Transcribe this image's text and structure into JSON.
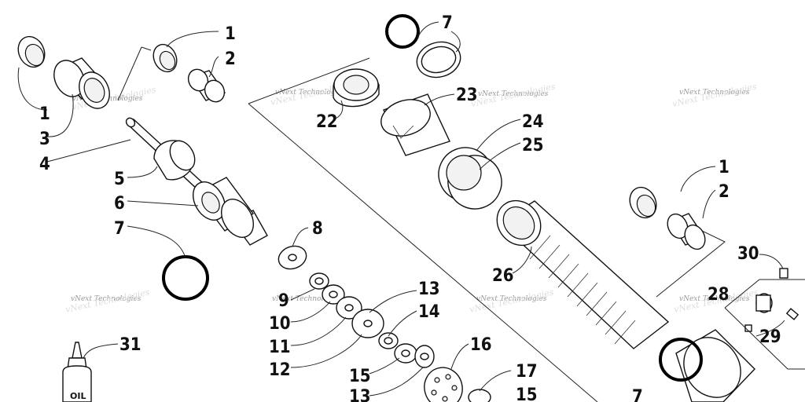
{
  "callouts": [
    {
      "id": "c1a",
      "text": "1"
    },
    {
      "id": "c2a",
      "text": "2"
    },
    {
      "id": "c1b",
      "text": "1"
    },
    {
      "id": "c3",
      "text": "3"
    },
    {
      "id": "c4",
      "text": "4"
    },
    {
      "id": "c5",
      "text": "5"
    },
    {
      "id": "c6",
      "text": "6"
    },
    {
      "id": "c7a",
      "text": "7"
    },
    {
      "id": "c8",
      "text": "8"
    },
    {
      "id": "c9",
      "text": "9"
    },
    {
      "id": "c10",
      "text": "10"
    },
    {
      "id": "c11",
      "text": "11"
    },
    {
      "id": "c12",
      "text": "12"
    },
    {
      "id": "c13a",
      "text": "13"
    },
    {
      "id": "c14",
      "text": "14"
    },
    {
      "id": "c15a",
      "text": "15"
    },
    {
      "id": "c13b",
      "text": "13"
    },
    {
      "id": "c16",
      "text": "16"
    },
    {
      "id": "c17",
      "text": "17"
    },
    {
      "id": "c15b",
      "text": "15"
    },
    {
      "id": "c31",
      "text": "31"
    },
    {
      "id": "c7b",
      "text": "7"
    },
    {
      "id": "c22",
      "text": "22"
    },
    {
      "id": "c23",
      "text": "23"
    },
    {
      "id": "c24",
      "text": "24"
    },
    {
      "id": "c25",
      "text": "25"
    },
    {
      "id": "c26",
      "text": "26"
    },
    {
      "id": "c1c",
      "text": "1"
    },
    {
      "id": "c2c",
      "text": "2"
    },
    {
      "id": "c30",
      "text": "30"
    },
    {
      "id": "c28",
      "text": "28"
    },
    {
      "id": "c29",
      "text": "29"
    },
    {
      "id": "c7c",
      "text": "7"
    }
  ],
  "watermark": "vNext Technologies",
  "oil_label": "OIL"
}
